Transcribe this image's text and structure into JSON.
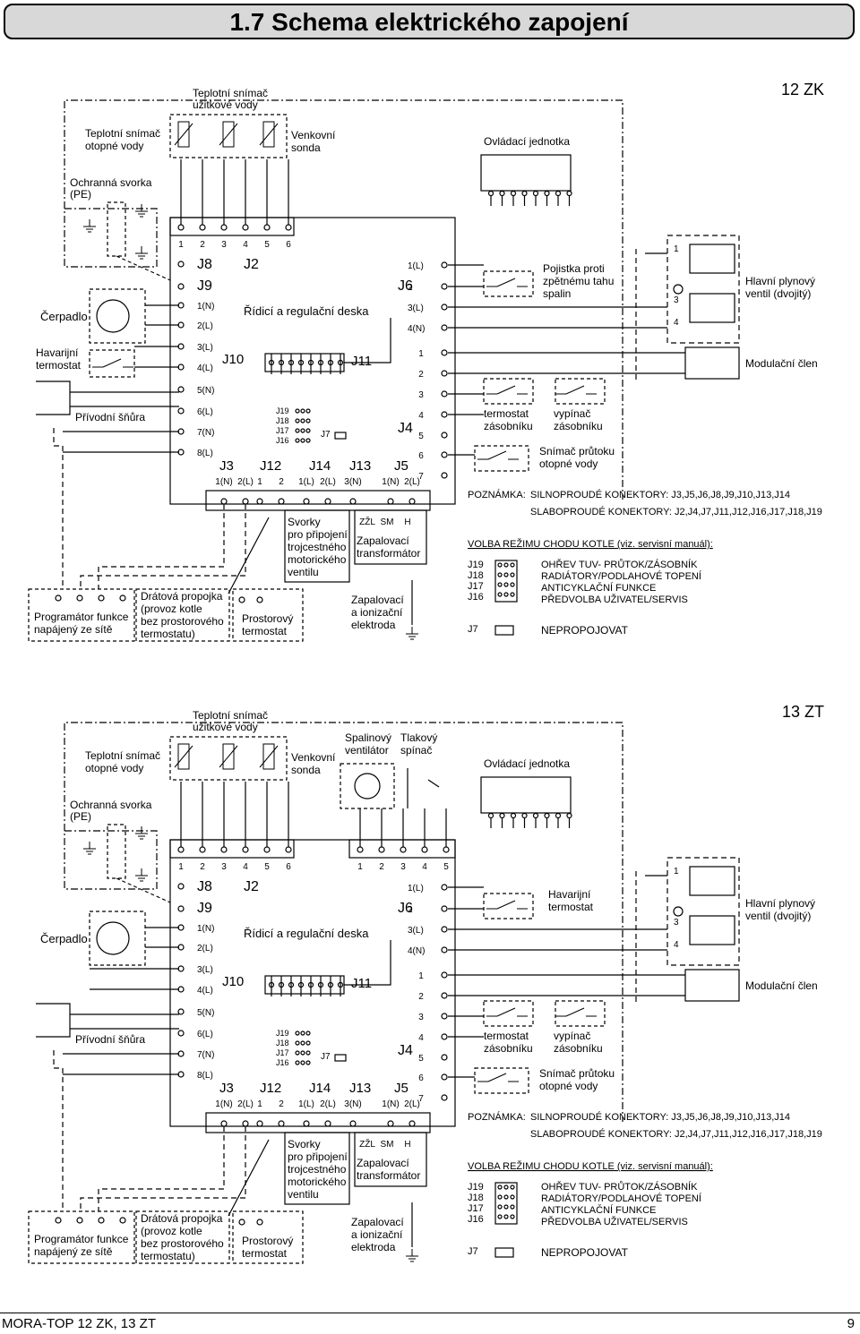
{
  "page": {
    "title": "1.7  Schema elektrického zapojení",
    "footer_left": "MORA-TOP 12 ZK, 13 ZT",
    "footer_right": "9"
  },
  "diagrams": [
    {
      "model": "12 ZK",
      "labels": {
        "tuv_sensor": [
          "Teplotní snímač",
          "užitkové vody"
        ],
        "heating_sensor": [
          "Teplotní snímač",
          "otopné vody"
        ],
        "outdoor_probe": [
          "Venkovní",
          "sonda"
        ],
        "control_unit": "Ovládací jednotka",
        "pe_terminal": [
          "Ochranná svorka",
          "(PE)"
        ],
        "pump": "Čerpadlo",
        "emergency_thermostat": [
          "Havarijní",
          "termostat"
        ],
        "power_cord": "Přívodní šňůra",
        "control_board": "Řídicí a regulační deska",
        "flue_safety": [
          "Pojistka proti",
          "zpětnému tahu",
          "spalin"
        ],
        "gas_valve": [
          "Hlavní plynový",
          "ventil (dvojitý)"
        ],
        "modulation": "Modulační člen",
        "tank_thermostat": [
          "termostat",
          "zásobníku"
        ],
        "tank_switch": [
          "vypínač",
          "zásobníku"
        ],
        "flow_sensor": [
          "Snímač průtoku",
          "otopné vody"
        ],
        "valve_terminals": [
          "Svorky",
          "pro připojení",
          "trojcestného",
          "motorického",
          "ventilu"
        ],
        "ignition_transformer": [
          "Zapalovací",
          "transformátor"
        ],
        "ignition_electrode": [
          "Zapalovací",
          "a ionizační",
          "elektroda"
        ],
        "programmer": [
          "Programátor funkce",
          "napájený ze sítě"
        ],
        "jumper": [
          "Drátová propojka",
          "(provoz kotle",
          "bez prostorového",
          "termostatu)"
        ],
        "room_thermostat": [
          "Prostorový",
          "termostat"
        ]
      }
    },
    {
      "model": "13 ZT",
      "labels": {
        "tuv_sensor": [
          "Teplotní snímač",
          "užitkové vody"
        ],
        "heating_sensor": [
          "Teplotní snímač",
          "otopné vody"
        ],
        "outdoor_probe": [
          "Venkovní",
          "sonda"
        ],
        "fan": [
          "Spalinový",
          "ventilátor"
        ],
        "pressure_switch": [
          "Tlakový",
          "spínač"
        ],
        "control_unit": "Ovládací jednotka",
        "pe_terminal": [
          "Ochranná svorka",
          "(PE)"
        ],
        "pump": "Čerpadlo",
        "emergency_thermostat": [
          "Havarijní",
          "termostat"
        ],
        "power_cord": "Přívodní šňůra",
        "control_board": "Řídicí a regulační deska",
        "gas_valve": [
          "Hlavní plynový",
          "ventil (dvojitý)"
        ],
        "modulation": "Modulační člen",
        "tank_thermostat": [
          "termostat",
          "zásobníku"
        ],
        "tank_switch": [
          "vypínač",
          "zásobníku"
        ],
        "flow_sensor": [
          "Snímač průtoku",
          "otopné vody"
        ],
        "valve_terminals": [
          "Svorky",
          "pro připojení",
          "trojcestného",
          "motorického",
          "ventilu"
        ],
        "ignition_transformer": [
          "Zapalovací",
          "transformátor"
        ],
        "ignition_electrode": [
          "Zapalovací",
          "a ionizační",
          "elektroda"
        ],
        "programmer": [
          "Programátor funkce",
          "napájený ze sítě"
        ],
        "jumper": [
          "Drátová propojka",
          "(provoz kotle",
          "bez prostorového",
          "termostatu)"
        ],
        "room_thermostat": [
          "Prostorový",
          "termostat"
        ]
      }
    }
  ],
  "connectors": {
    "top_pins": [
      "1",
      "2",
      "3",
      "4",
      "5",
      "6"
    ],
    "fan_pins": [
      "1",
      "2",
      "3",
      "4",
      "5"
    ],
    "J2": "J2",
    "J8": "J8",
    "J9": "J9",
    "J6": "J6",
    "J10": "J10",
    "J11": "J11",
    "J4": "J4",
    "J7": "J7",
    "J6_pins": [
      "1(L)",
      "2",
      "3(L)",
      "4(N)"
    ],
    "J10_pins": [
      "1(N)",
      "2(L)",
      "3(L)",
      "4(L)",
      "5(N)",
      "6(L)",
      "7(N)",
      "8(L)"
    ],
    "J4_pins": [
      "1",
      "2",
      "3",
      "4",
      "5",
      "6",
      "7"
    ],
    "jumper_block": [
      "J19",
      "J18",
      "J17",
      "J16"
    ],
    "bottom_groups": [
      "J3",
      "J12",
      "J14",
      "J13",
      "J5"
    ],
    "bottom_pins": [
      "1(N)",
      "2(L)",
      "1",
      "2",
      "1(L)",
      "2(L)",
      "3(N)",
      "1(N)",
      "2(L)"
    ],
    "transformer_pins": [
      "ZŽL",
      "SM",
      "H"
    ],
    "gas_valve_pins": [
      "1",
      "3",
      "4"
    ]
  },
  "notes": {
    "note_label": "POZNÁMKA:",
    "high_current": "SILNOPROUDÉ KONEKTORY: J3,J5,J6,J8,J9,J10,J13,J14",
    "low_current": "SLABOPROUDÉ KONEKTORY: J2,J4,J7,J11,J12,J16,J17,J18,J19",
    "mode_title": "VOLBA REŽIMU CHODU KOTLE (viz. servisní manuál):",
    "modes": [
      "OHŘEV TUV- PRŮTOK/ZÁSOBNÍK",
      "RADIÁTORY/PODLAHOVÉ TOPENÍ",
      "ANTICYKLAČNÍ FUNKCE",
      "PŘEDVOLBA UŽIVATEL/SERVIS"
    ],
    "j7_note": "NEPROPOJOVAT"
  }
}
